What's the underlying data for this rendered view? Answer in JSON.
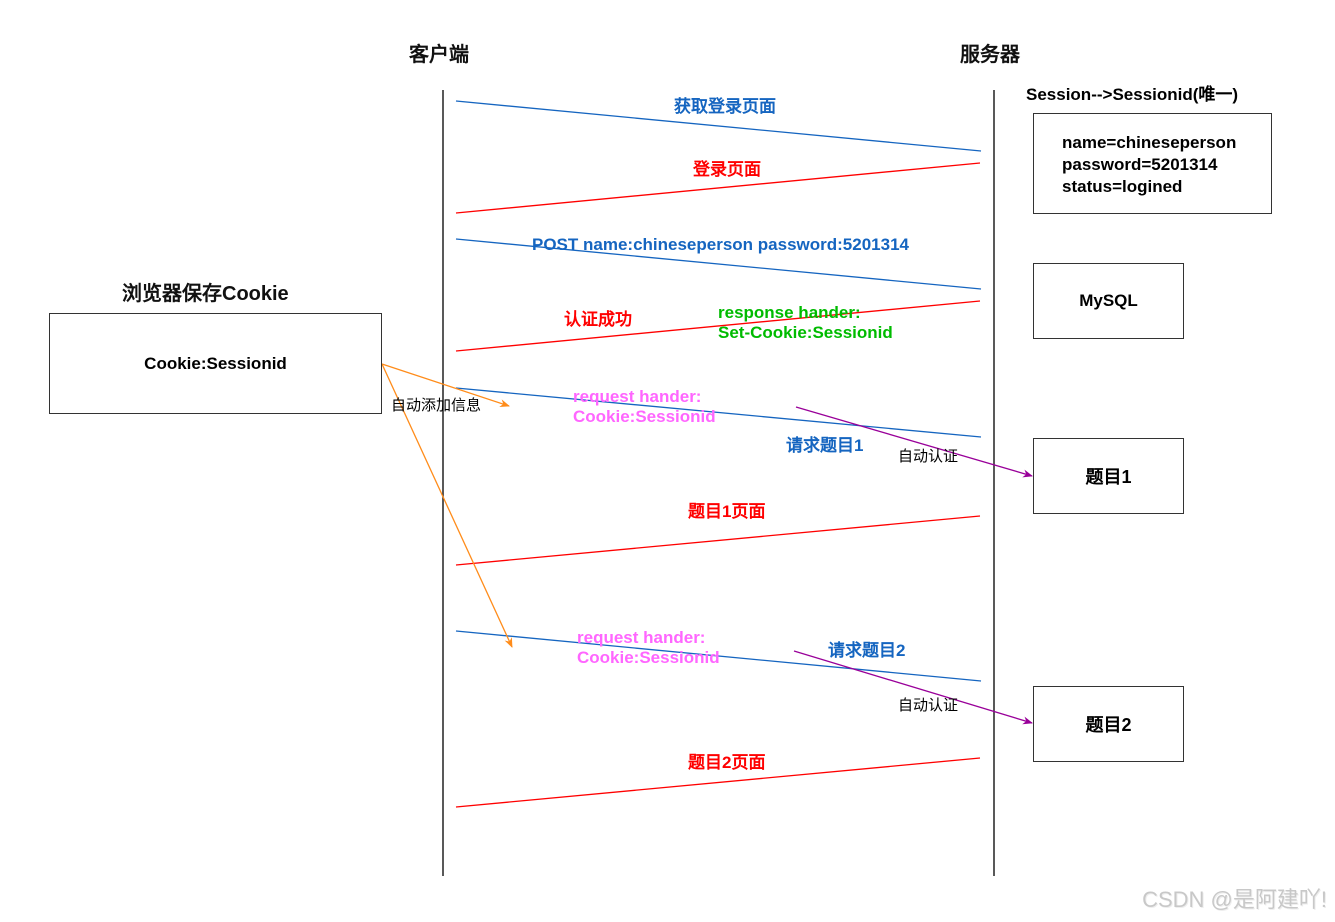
{
  "headers": {
    "client": "客户端",
    "server": "服务器",
    "browser_cookie_title": "浏览器保存Cookie",
    "session_title": "Session-->Sessionid(唯一)"
  },
  "boxes": {
    "cookie": "Cookie:Sessionid",
    "session_lines": [
      "name=chineseperson",
      "password=5201314",
      "status=logined"
    ],
    "mysql": "MySQL",
    "topic1": "题目1",
    "topic2": "题目2"
  },
  "messages": [
    {
      "label": "获取登录页面",
      "direction": "client-to-server",
      "color": "#1565c0"
    },
    {
      "label": "登录页面",
      "direction": "server-to-client",
      "color": "#ff0000"
    },
    {
      "label": "POST  name:chineseperson password:5201314",
      "direction": "client-to-server",
      "color": "#1565c0"
    },
    {
      "label": "认证成功",
      "direction": "server-to-client",
      "color": "#ff0000"
    },
    {
      "label": "请求题目1",
      "direction": "client-to-server",
      "color": "#1565c0"
    },
    {
      "label": "题目1页面",
      "direction": "server-to-client",
      "color": "#ff0000"
    },
    {
      "label": "请求题目2",
      "direction": "client-to-server",
      "color": "#1565c0"
    },
    {
      "label": "题目2页面",
      "direction": "server-to-client",
      "color": "#ff0000"
    }
  ],
  "annotations": {
    "response_header": [
      "response hander:",
      "Set-Cookie:Sessionid"
    ],
    "request_header_1": [
      "request hander:",
      "Cookie:Sessionid"
    ],
    "request_header_2": [
      "request hander:",
      "Cookie:Sessionid"
    ],
    "auto_add_info": "自动添加信息",
    "auto_auth_1": "自动认证",
    "auto_auth_2": "自动认证"
  },
  "colors": {
    "request": "#1565c0",
    "response": "#ff0000",
    "set_cookie": "#00bb00",
    "cookie_header": "#ff66ff",
    "auto_add_arrow": "#ff8c1a",
    "auto_auth_arrow": "#990099"
  },
  "watermark": "CSDN @是阿建吖!"
}
